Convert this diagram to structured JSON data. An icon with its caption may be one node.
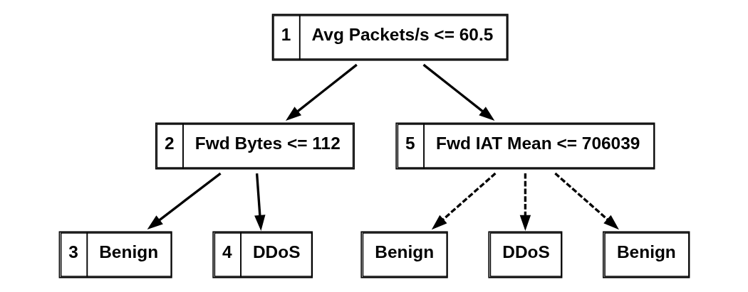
{
  "diagram": {
    "nodes": [
      {
        "text": [
          "1",
          "Avg Packets/s <= 60.5"
        ]
      },
      {
        "text": [
          "2",
          "Fwd Bytes <= 112"
        ]
      },
      {
        "text": [
          "5",
          "Fwd IAT Mean <= 706039"
        ]
      },
      {
        "text": [
          "3",
          "Benign"
        ]
      },
      {
        "text": [
          "4",
          "DDoS"
        ]
      },
      {
        "text": [
          "Benign"
        ]
      },
      {
        "text": [
          "DDoS"
        ]
      },
      {
        "text": [
          "Benign"
        ]
      }
    ],
    "edges": [
      {
        "from": 0,
        "to": 1,
        "arrow": "to"
      },
      {
        "from": 0,
        "to": 2,
        "arrow": "to"
      },
      {
        "from": 1,
        "to": 3,
        "arrow": "to"
      },
      {
        "from": 1,
        "to": 4,
        "arrow": "to"
      },
      {
        "from": 2,
        "to": 5,
        "arrow": "to",
        "style": "dashed"
      },
      {
        "from": 2,
        "to": 6,
        "arrow": "to",
        "style": "dashed"
      },
      {
        "from": 2,
        "to": 7,
        "arrow": "to",
        "style": "dashed"
      }
    ]
  }
}
